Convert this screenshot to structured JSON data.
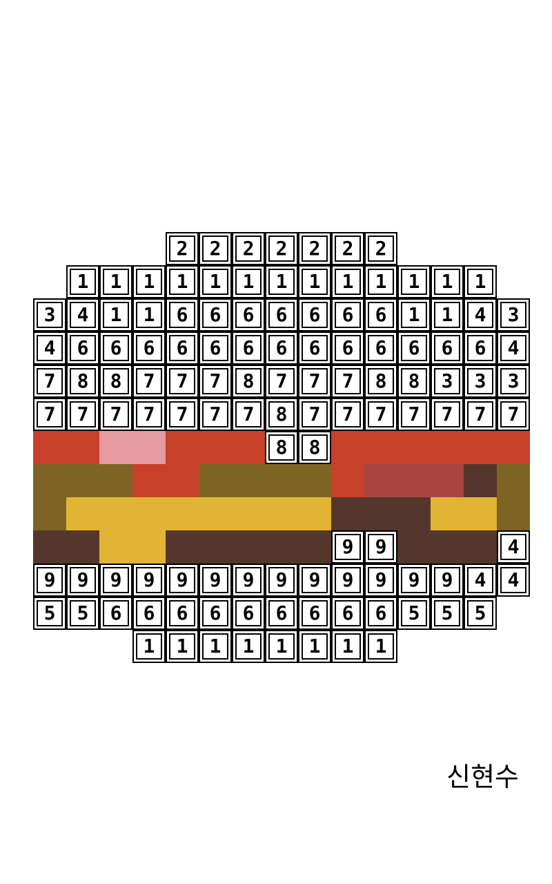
{
  "artist_name": "신현수",
  "palette": {
    "R": "#c8402a",
    "P": "#e59ba0",
    "O": "#7d6424",
    "M": "#a84442",
    "D": "#55362c",
    "Y": "#e2b434"
  },
  "grid": {
    "columns": 15,
    "rows": [
      [
        ".",
        ".",
        ".",
        ".",
        "2",
        "2",
        "2",
        "2",
        "2",
        "2",
        "2",
        ".",
        ".",
        ".",
        "."
      ],
      [
        ".",
        "1",
        "1",
        "1",
        "1",
        "1",
        "1",
        "1",
        "1",
        "1",
        "1",
        "1",
        "1",
        "1",
        "."
      ],
      [
        "3",
        "4",
        "1",
        "1",
        "6",
        "6",
        "6",
        "6",
        "6",
        "6",
        "6",
        "1",
        "1",
        "4",
        "3"
      ],
      [
        "4",
        "6",
        "6",
        "6",
        "6",
        "6",
        "6",
        "6",
        "6",
        "6",
        "6",
        "6",
        "6",
        "6",
        "4"
      ],
      [
        "7",
        "8",
        "8",
        "7",
        "7",
        "7",
        "8",
        "7",
        "7",
        "7",
        "8",
        "8",
        "3",
        "3",
        "3"
      ],
      [
        "7",
        "7",
        "7",
        "7",
        "7",
        "7",
        "7",
        "8",
        "7",
        "7",
        "7",
        "7",
        "7",
        "7",
        "7"
      ],
      [
        "R",
        "R",
        "P",
        "P",
        "R",
        "R",
        "R",
        "8",
        "8",
        "R",
        "R",
        "R",
        "R",
        "R",
        "R"
      ],
      [
        "O",
        "O",
        "O",
        "R",
        "R",
        "O",
        "O",
        "O",
        "O",
        "R",
        "M",
        "M",
        "M",
        "D",
        "O"
      ],
      [
        "O",
        "Y",
        "Y",
        "Y",
        "Y",
        "Y",
        "Y",
        "Y",
        "Y",
        "D",
        "D",
        "D",
        "Y",
        "Y",
        "O"
      ],
      [
        "D",
        "D",
        "Y",
        "Y",
        "D",
        "D",
        "D",
        "D",
        "D",
        "9",
        "9",
        "D",
        "D",
        "D",
        "4"
      ],
      [
        "9",
        "9",
        "9",
        "9",
        "9",
        "9",
        "9",
        "9",
        "9",
        "9",
        "9",
        "9",
        "9",
        "4",
        "4"
      ],
      [
        "5",
        "5",
        "6",
        "6",
        "6",
        "6",
        "6",
        "6",
        "6",
        "6",
        "6",
        "5",
        "5",
        "5",
        "."
      ],
      [
        ".",
        ".",
        ".",
        "1",
        "1",
        "1",
        "1",
        "1",
        "1",
        "1",
        "1",
        ".",
        ".",
        ".",
        "."
      ]
    ]
  }
}
